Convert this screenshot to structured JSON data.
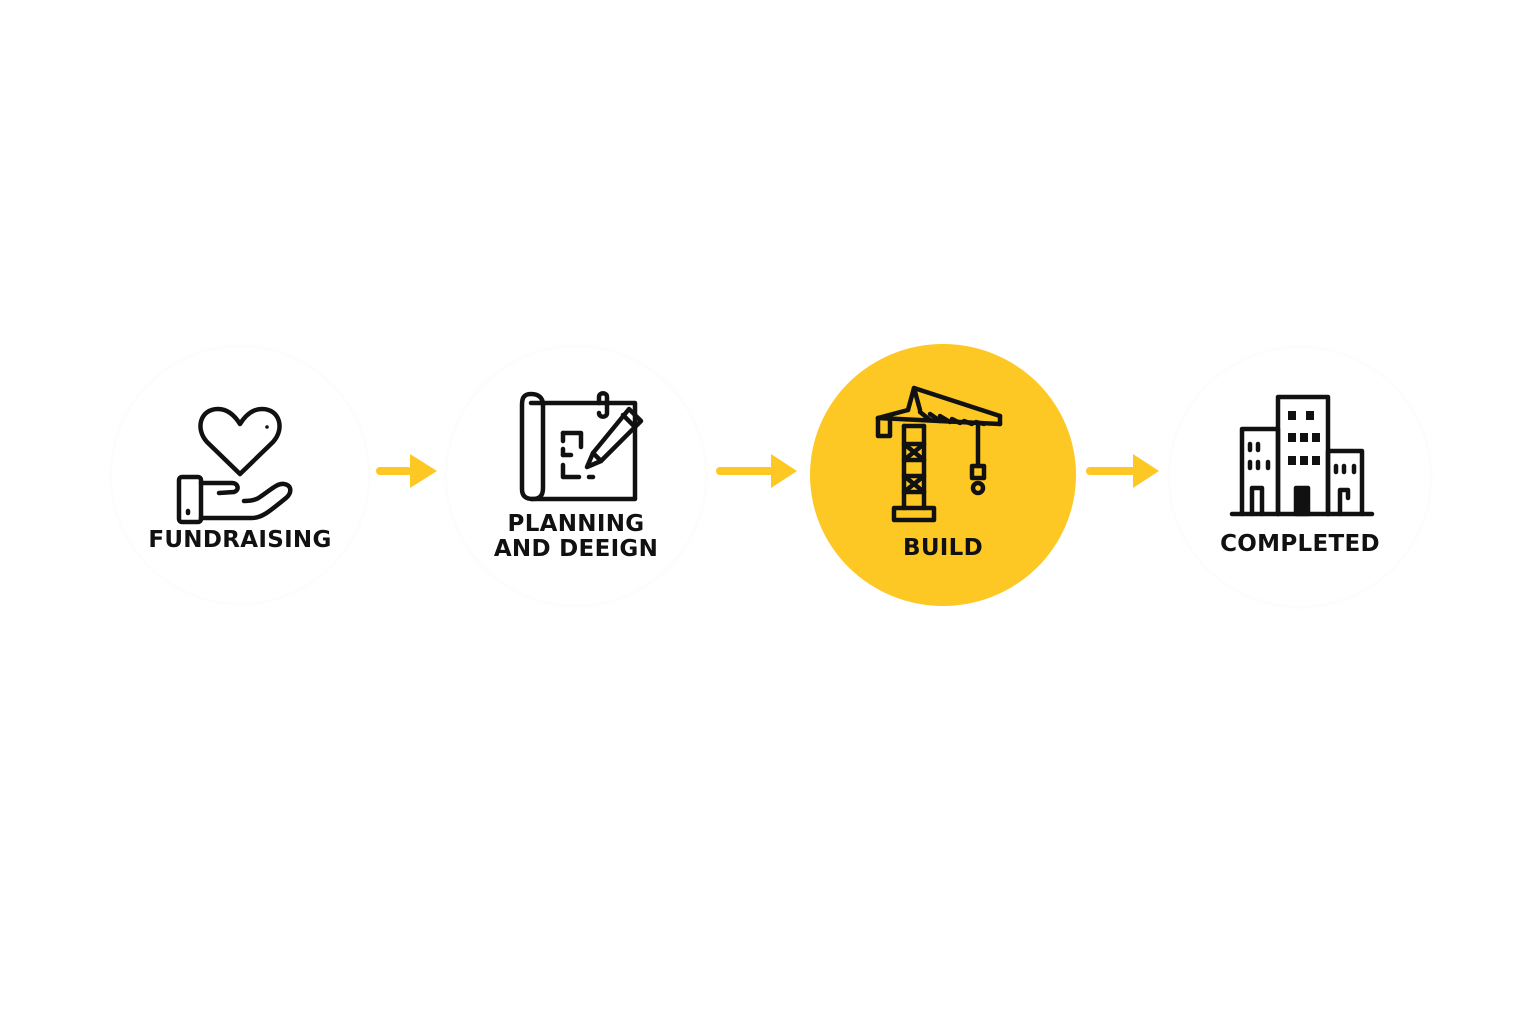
{
  "steps": [
    {
      "label": "FUNDRAISING",
      "icon": "heart-hand-icon",
      "active": false
    },
    {
      "label_line1": "PLANNING",
      "label_line2": "AND DEEIGN",
      "icon": "blueprint-pencil-icon",
      "active": false
    },
    {
      "label": "BUILD",
      "icon": "crane-icon",
      "active": true
    },
    {
      "label": "COMPLETED",
      "icon": "buildings-icon",
      "active": false
    }
  ],
  "colors": {
    "accent": "#fdc823",
    "text": "#111111",
    "background": "#ffffff"
  }
}
